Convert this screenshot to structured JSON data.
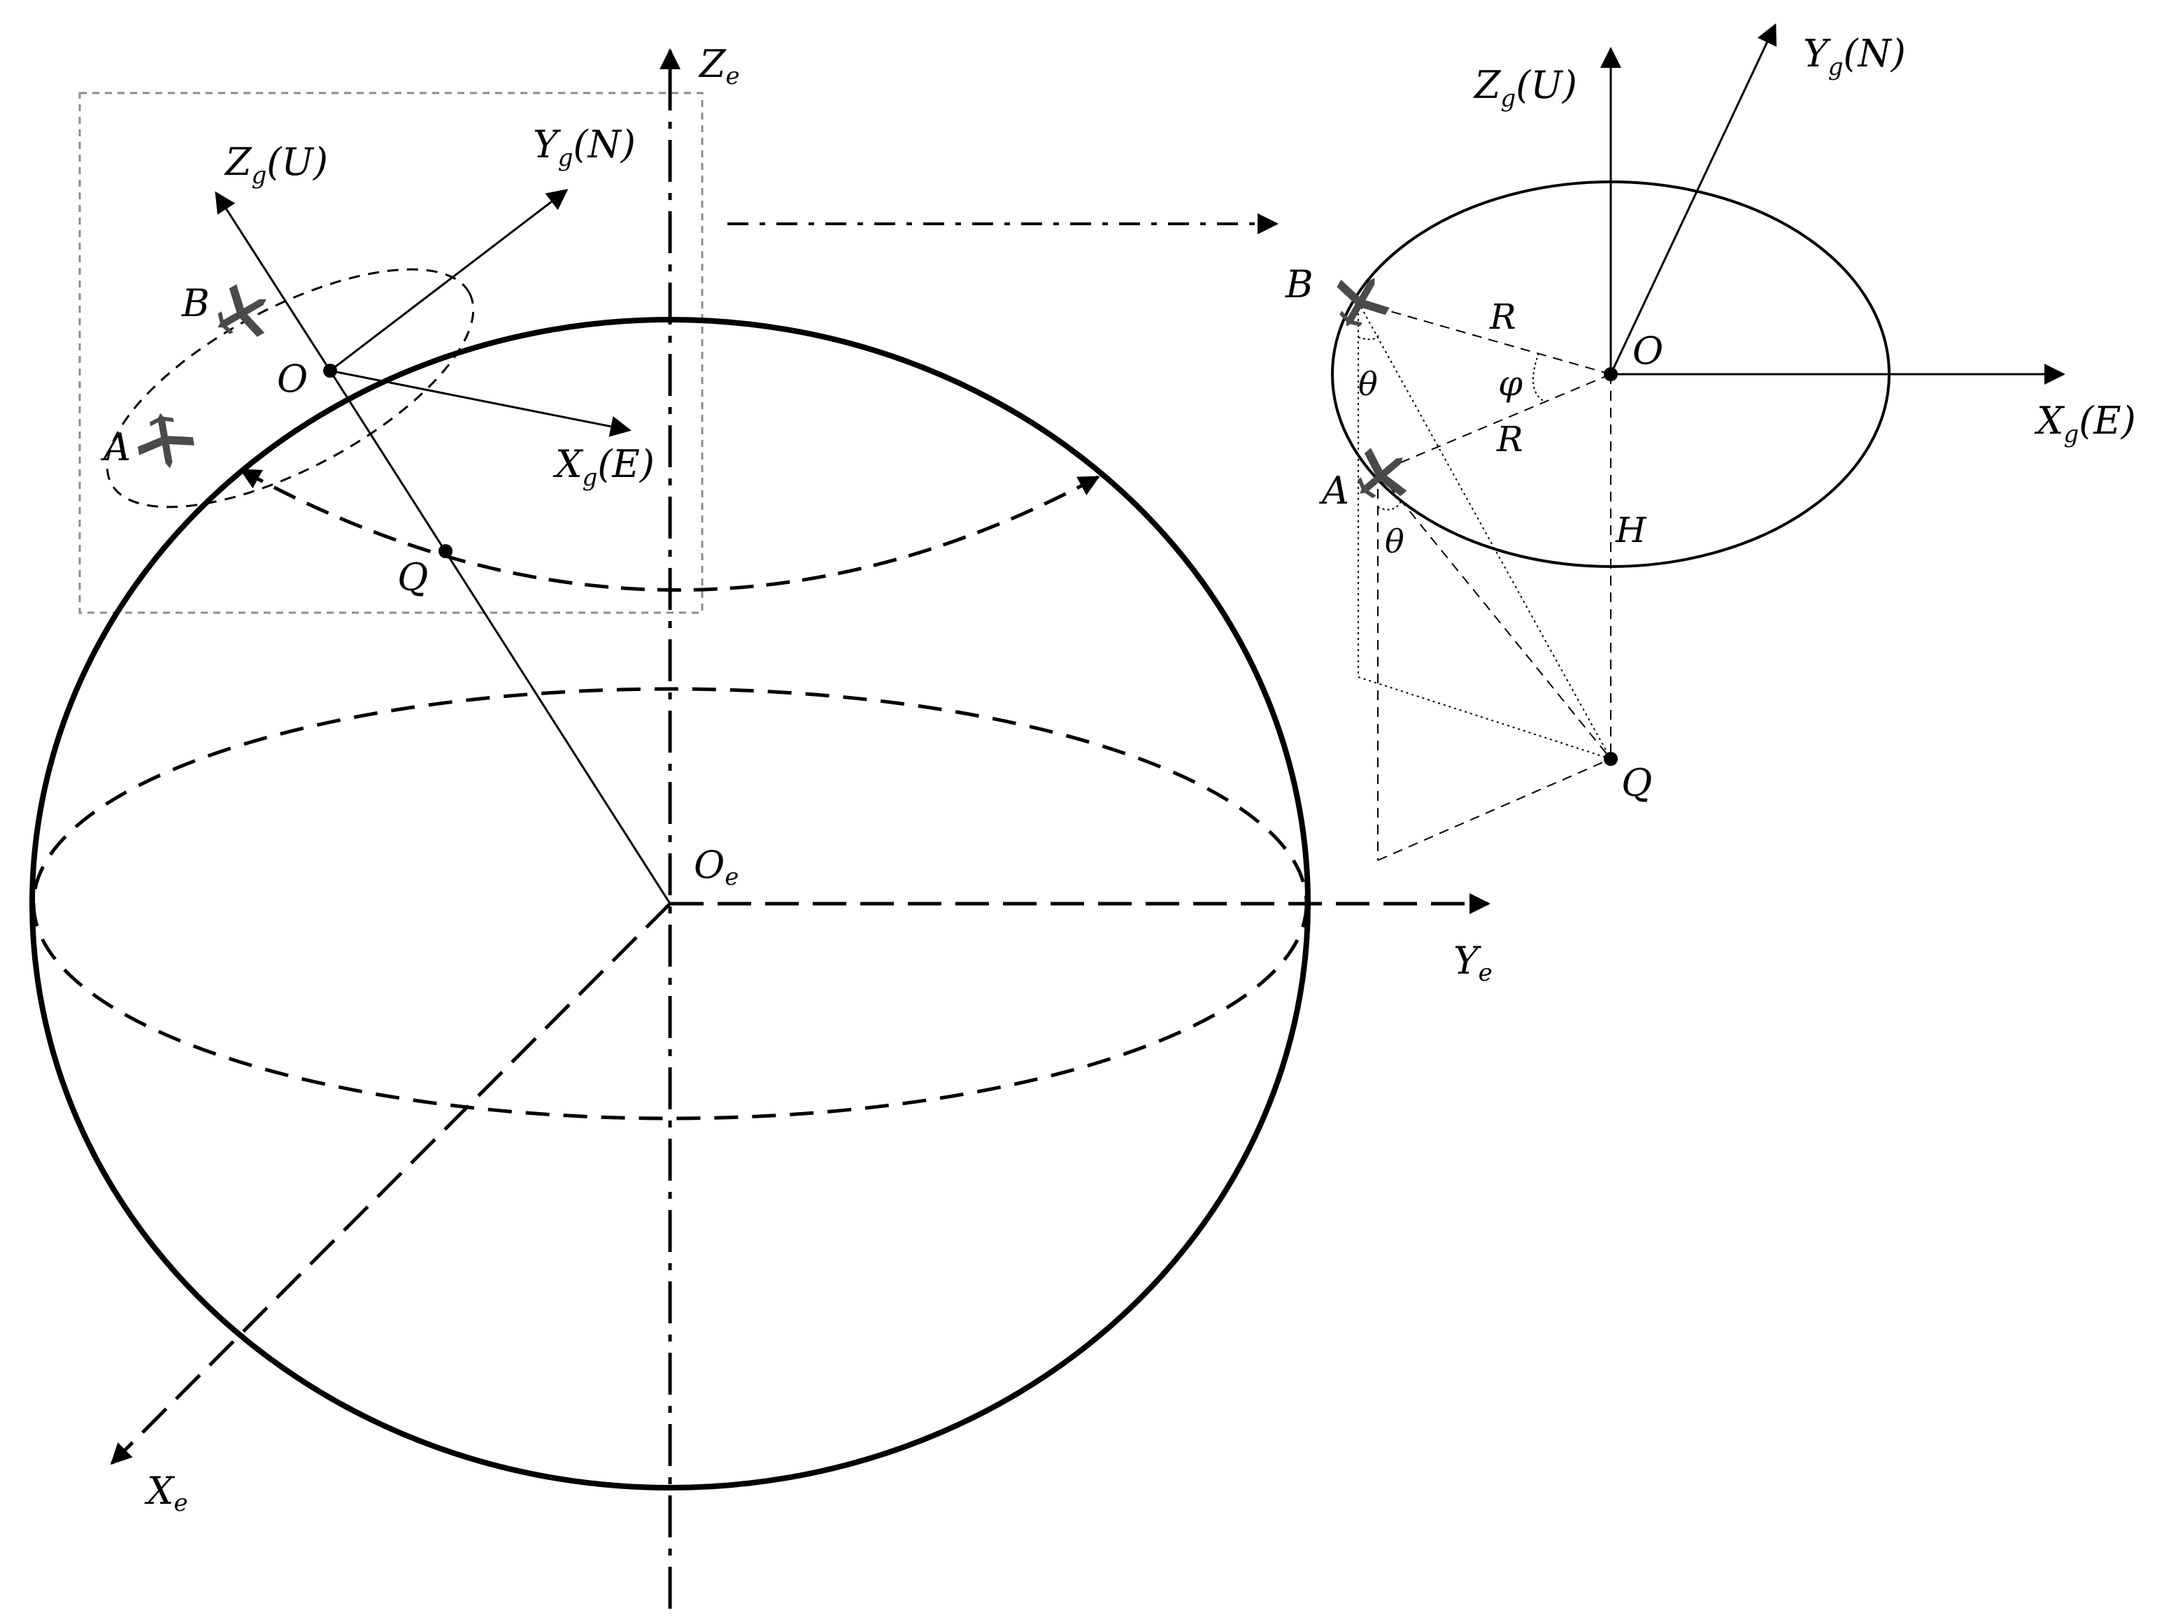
{
  "labels": {
    "earth_z": {
      "main": "Z",
      "sub": "e"
    },
    "earth_y": {
      "main": "Y",
      "sub": "e"
    },
    "earth_x": {
      "main": "X",
      "sub": "e"
    },
    "earth_origin": {
      "main": "O",
      "sub": "e"
    },
    "local_z": {
      "main": "Z",
      "sub": "g",
      "suffix": "(U)"
    },
    "local_y": {
      "main": "Y",
      "sub": "g",
      "suffix": "(N)"
    },
    "local_x": {
      "main": "X",
      "sub": "g",
      "suffix": "(E)"
    },
    "point_o": "O",
    "point_q": "Q",
    "point_a": "A",
    "point_b": "B",
    "radius_r": "R",
    "angle_phi": "φ",
    "angle_theta": "θ",
    "height_h": "H"
  },
  "colors": {
    "stroke": "#000000",
    "aircraft": "#4a4a4a",
    "inset_frame": "#8c8c8c"
  },
  "icons": {
    "aircraft": "airplane-icon"
  }
}
